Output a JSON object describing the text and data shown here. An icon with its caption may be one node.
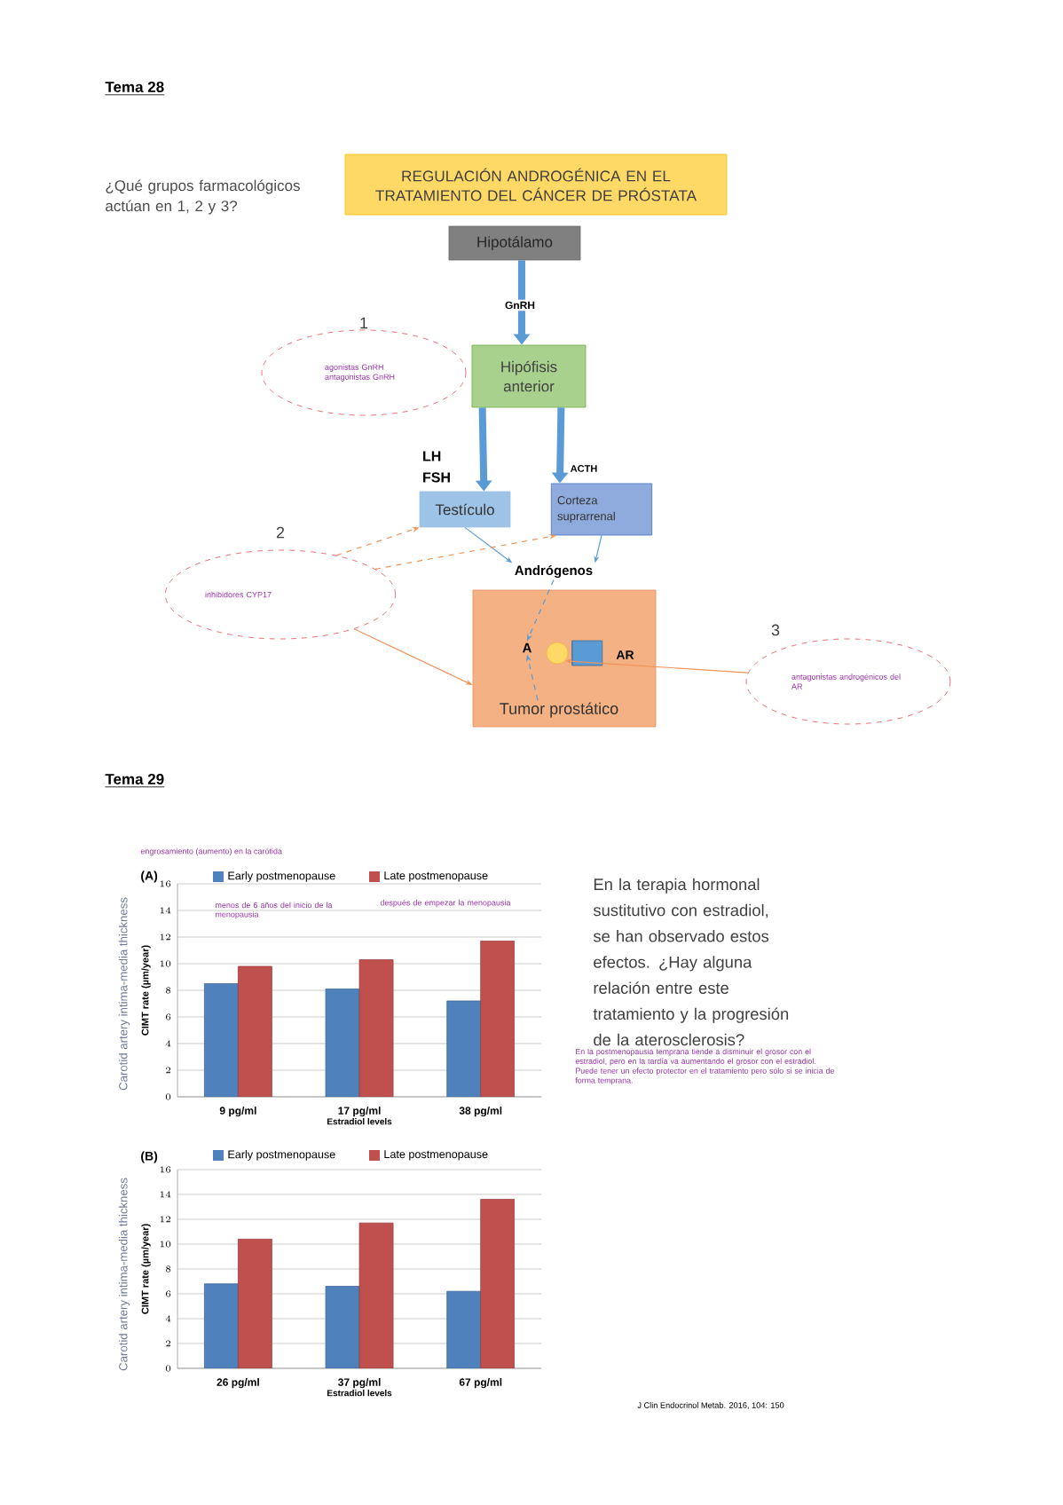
{
  "diagram": {
    "nodes": [
      {
        "text": [
          "REGULACIÓN ANDROGÉNICA EN EL TRATAMIENTO DEL CÁNCER DE PRÓSTATA"
        ]
      },
      {
        "text": [
          "Hipotálamo"
        ]
      },
      {
        "text": [
          "Hipófisis anterior"
        ]
      },
      {
        "text": [
          "agonistas GnRH antagonistas GnRH"
        ],
        "beside": [
          "1"
        ]
      },
      {
        "text": [
          "Testículo"
        ]
      },
      {
        "text": [
          "Corteza suprarrenal"
        ]
      },
      {
        "text": [
          "inhibidores CYP17"
        ],
        "beside": [
          "2"
        ]
      },
      {
        "text": [
          "Andrógenos"
        ]
      },
      {
        "text": [
          "Tumor prostático"
        ]
      },
      {
        "text": [
          "A"
        ],
        "in": 8
      },
      {
        "text": [],
        "shape": "circle",
        "in": 8
      },
      {
        "text": [],
        "shape": "cylinder",
        "in": 8,
        "beside": [
          "AR"
        ]
      },
      {
        "text": [
          "antagonistas androgénicos del AR"
        ],
        "beside": [
          "3"
        ]
      }
    ],
    "edges": [
      {
        "from": 1,
        "to": 2,
        "arrow": "to",
        "label": "GnRH",
        "style": "thick"
      },
      {
        "from": 2,
        "to": 4,
        "arrow": "to",
        "label": "LH FSH",
        "style": "thick"
      },
      {
        "from": 2,
        "to": 5,
        "arrow": "to",
        "label": "ACTH",
        "style": "thick"
      },
      {
        "from": 4,
        "to": 7,
        "arrow": "to"
      },
      {
        "from": 5,
        "to": 7,
        "arrow": "to"
      },
      {
        "from": 7,
        "to": 9,
        "arrow": "to",
        "style": "dashed"
      },
      {
        "from": 8,
        "to": 9,
        "arrow": "to",
        "style": "dashed"
      },
      {
        "from": 6,
        "to": 4,
        "arrow": "to",
        "style": "dashed",
        "color": "#f0955a"
      },
      {
        "from": 6,
        "to": 5,
        "arrow": "to",
        "style": "dashed",
        "color": "#f0955a"
      },
      {
        "from": 6,
        "to": 8,
        "arrow": "to",
        "color": "#f0955a"
      },
      {
        "from": 12,
        "to": 10,
        "arrow": "to",
        "color": "#f0955a"
      }
    ],
    "labels": [
      "Tema 28",
      "¿Qué grupos farmacológicos actúan en 1, 2 y 3?",
      "Tema 29",
      "engrosamiento (aumento) en la carótida",
      "menos de 6 años del inicio de la menopausia",
      "después de empezar la menopausia",
      "Carotid artery intima-media thickness",
      "En la terapia hormonal sustitutivo con estradiol, se han observado estos efectos. ¿Hay alguna relación entre este tratamiento y la progresión de la aterosclerosis?",
      "En la postmenopausia temprana tiende a disminuir el grosor con el estradiol, pero en la tardía va aumentando el grosor con el estradiol. Puede tener un efecto protector en el tratamiento pero sólo si se inicia de forma temprana.",
      "Carotid artery intima-media thickness",
      "J Clin Endocrinol Metab. 2016, 104: 150"
    ],
    "chart_data": [
      {
        "type": "bar",
        "title": "(A)",
        "xlabel": "Estradiol levels",
        "ylabel": "CIMT rate (µm/year)",
        "categories": [
          "9 pg/ml",
          "17 pg/ml",
          "38 pg/ml"
        ],
        "series": [
          {
            "name": "Early postmenopause",
            "color": "#4f81bd",
            "values": [
              8.5,
              8.1,
              7.2
            ]
          },
          {
            "name": "Late postmenopause",
            "color": "#c0504d",
            "values": [
              9.8,
              10.3,
              11.7
            ]
          }
        ],
        "ylim": [
          0,
          16
        ],
        "yticks": [
          0,
          2,
          4,
          6,
          8,
          10,
          12,
          14,
          16
        ],
        "grid": true,
        "legend": "top"
      },
      {
        "type": "bar",
        "title": "(B)",
        "xlabel": "Estradiol levels",
        "ylabel": "CIMT rate (µm/year)",
        "categories": [
          "26 pg/ml",
          "37 pg/ml",
          "67 pg/ml"
        ],
        "series": [
          {
            "name": "Early postmenopause",
            "color": "#4f81bd",
            "values": [
              6.8,
              6.6,
              6.2
            ]
          },
          {
            "name": "Late postmenopause",
            "color": "#c0504d",
            "values": [
              10.4,
              11.7,
              13.6
            ]
          }
        ],
        "ylim": [
          0,
          16
        ],
        "yticks": [
          0,
          2,
          4,
          6,
          8,
          10,
          12,
          14,
          16
        ],
        "grid": true,
        "legend": "top"
      }
    ]
  }
}
